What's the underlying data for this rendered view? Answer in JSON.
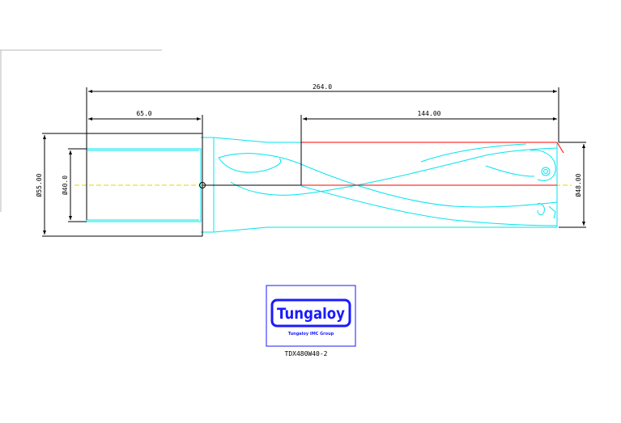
{
  "drawing": {
    "dimensions": {
      "overall_length": "264.0",
      "shank_length": "65.0",
      "flute_length": "144.00",
      "body_diameter": "Ø55.00",
      "shank_diameter": "Ø40.0",
      "drill_diameter": "Ø48.00"
    },
    "logo": {
      "brand": "Tungaloy",
      "tagline": "Tungaloy  IMC Group",
      "part_number": "TDX480W40-2"
    }
  },
  "colors": {
    "outline": "#00e5ee",
    "cutting_edge": "#ff0000",
    "dimension": "#000000",
    "centerline": "#e6d600",
    "logo_blue": "#1a1aff",
    "frame_gray": "#b8b8b8"
  }
}
